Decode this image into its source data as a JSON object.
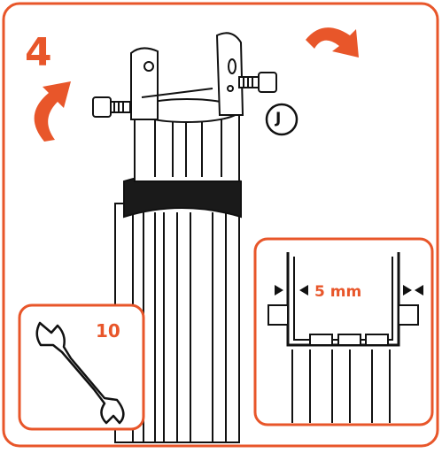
{
  "step": {
    "number": "4"
  },
  "part": {
    "label": "J"
  },
  "tool": {
    "size": "10"
  },
  "detail": {
    "gap": "5 mm"
  },
  "colors": {
    "accent": "#e8562a",
    "ink": "#111111",
    "frame": "#e8562a"
  },
  "icons": [
    "wrench-icon",
    "rotate-arrow-icon",
    "bolt-icon",
    "gap-arrow-icon"
  ]
}
